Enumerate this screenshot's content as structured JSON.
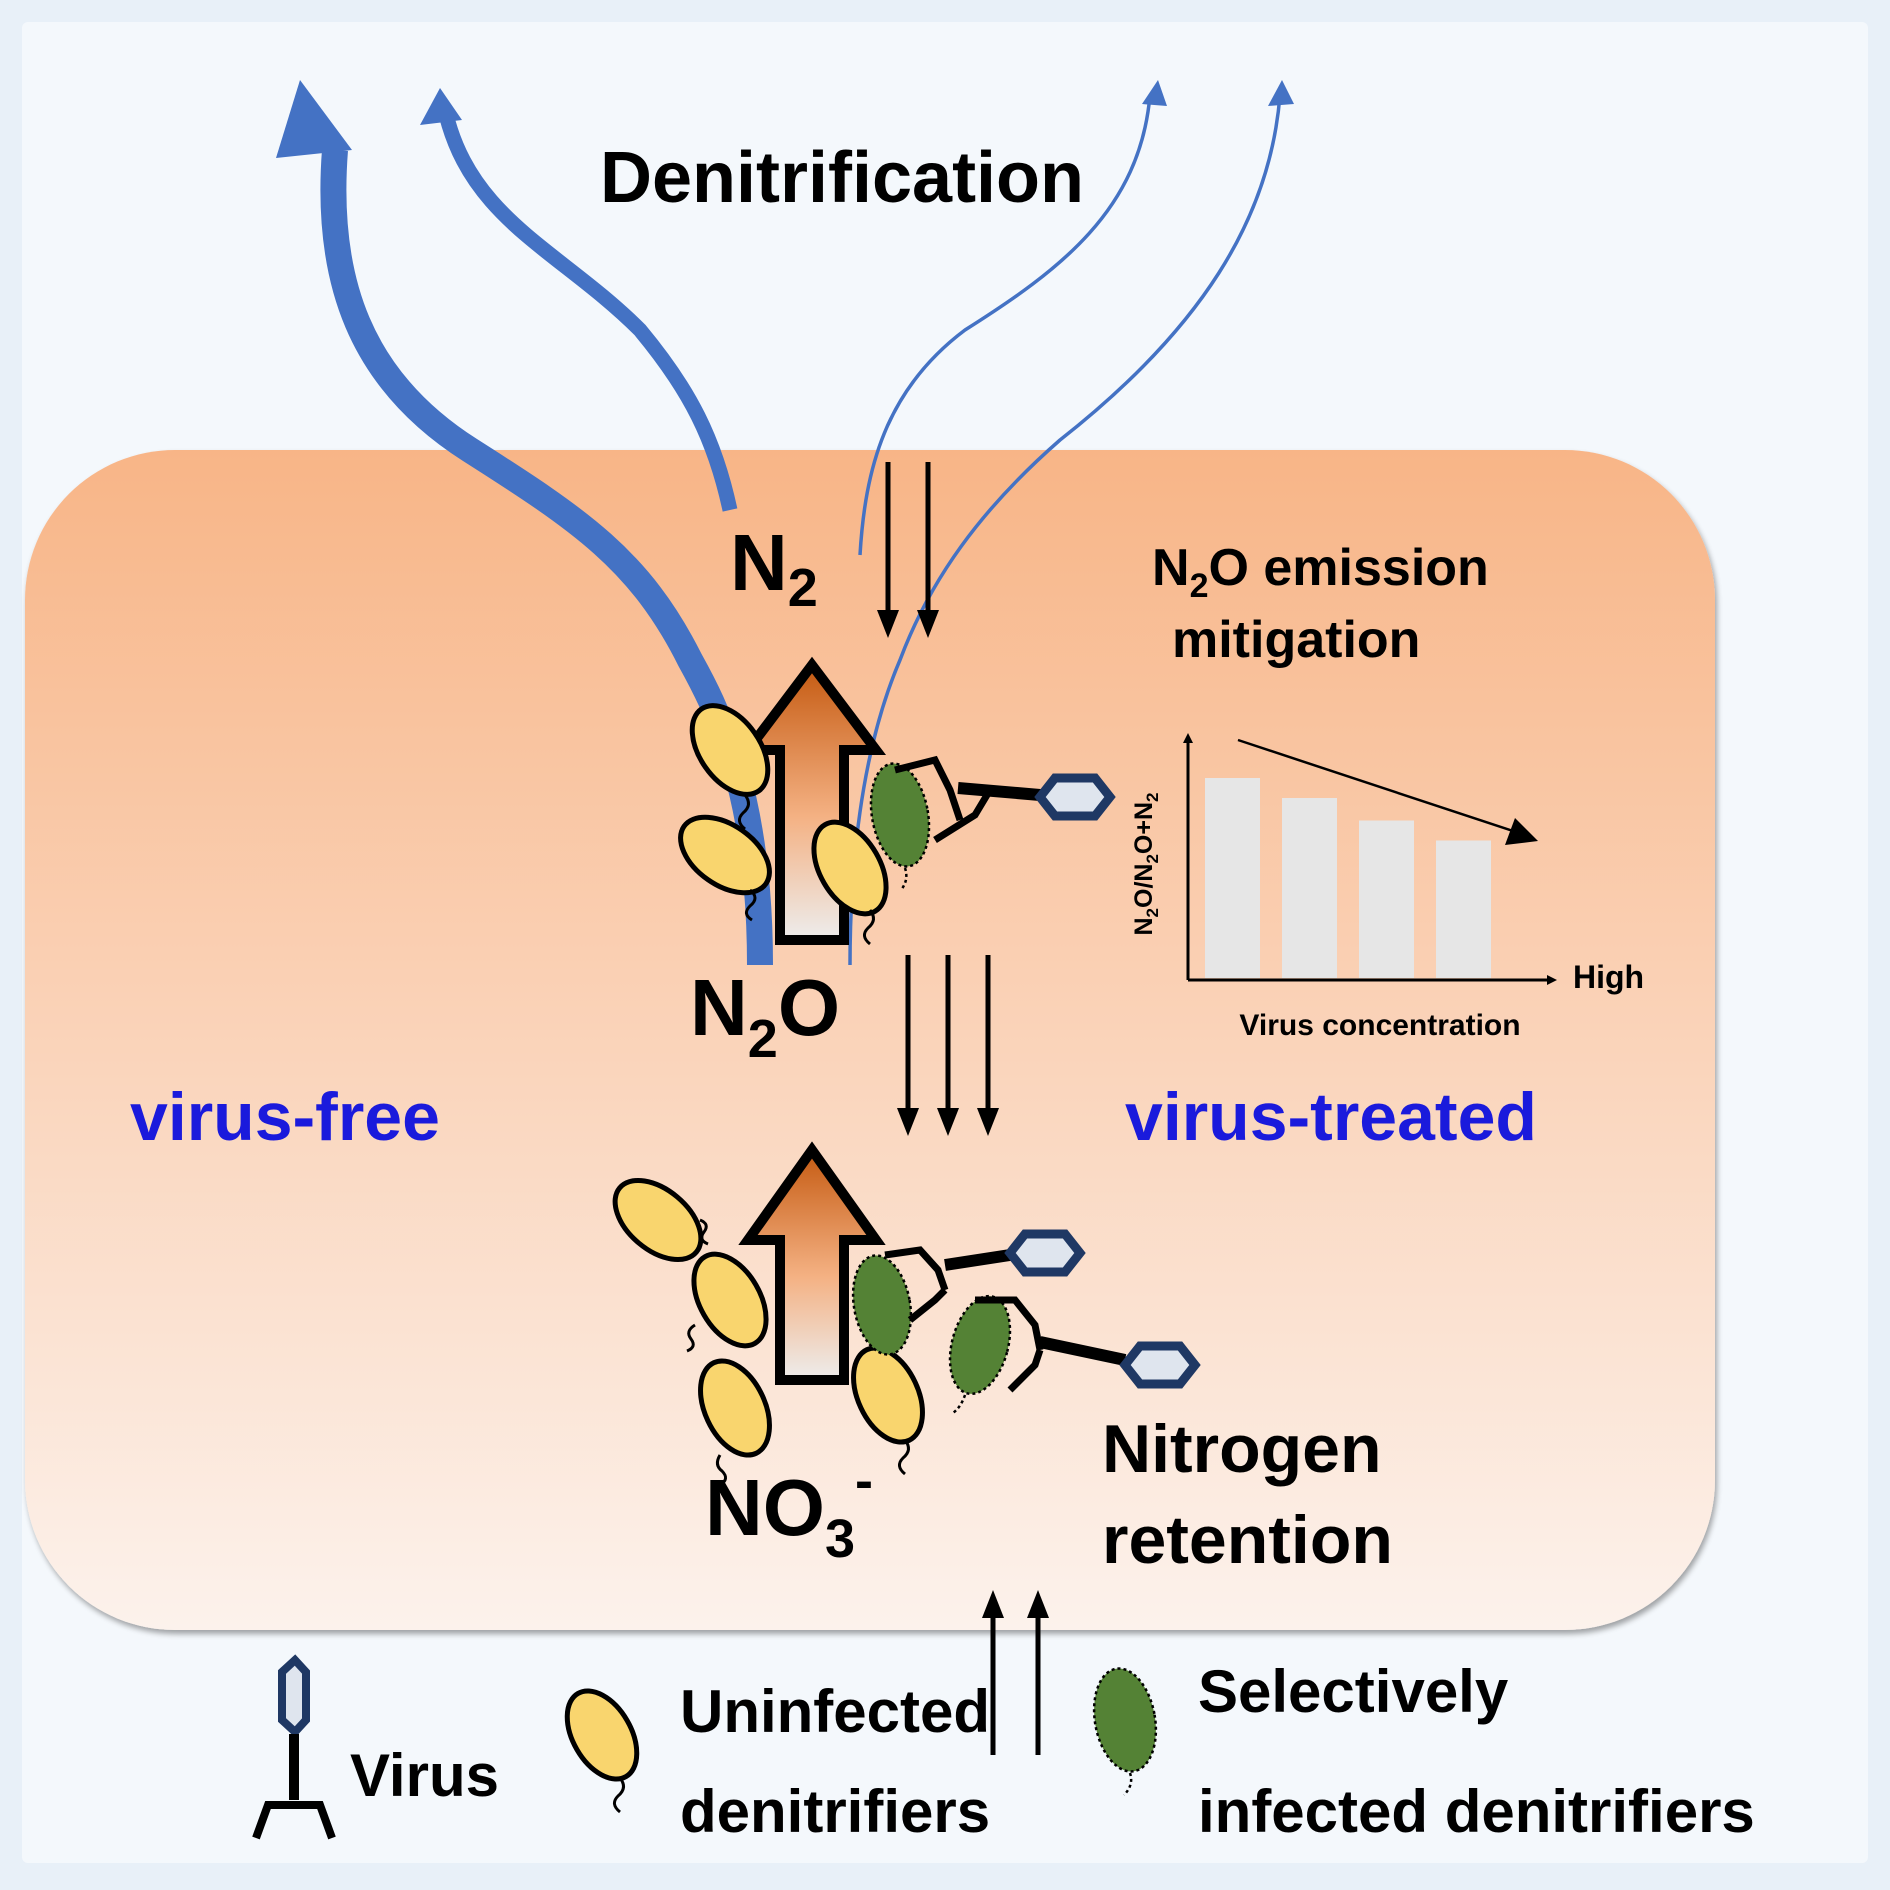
{
  "title": "Denitrification",
  "species": {
    "n2": {
      "base": "N",
      "sub": "2"
    },
    "n2o": {
      "base": "N",
      "sub": "2",
      "tail": "O"
    },
    "no3": {
      "base": "NO",
      "sub": "3",
      "sup": "-"
    }
  },
  "labels": {
    "left": "virus-free",
    "right": "virus-treated",
    "emission_line1_base": "N",
    "emission_line1_sub": "2",
    "emission_line1_rest": "O emission",
    "emission_line2": "mitigation",
    "retention_line1": "Nitrogen",
    "retention_line2": "retention"
  },
  "chart_data": {
    "type": "bar",
    "title": "",
    "xlabel": "Virus concentration",
    "x_end_label": "High",
    "ylabel_parts": [
      "N",
      "2",
      "O/N",
      "2",
      "O+N",
      "2"
    ],
    "categories": [
      "",
      "",
      "",
      ""
    ],
    "values": [
      0.8,
      0.72,
      0.63,
      0.55
    ],
    "ylim": [
      0,
      1
    ],
    "trend": "decreasing"
  },
  "legend": {
    "virus": "Virus",
    "uninfected_line1": "Uninfected",
    "uninfected_line2": "denitrifiers",
    "infected_line1": "Selectively",
    "infected_line2": "infected denitrifiers"
  },
  "colors": {
    "background": "#e8f0f8",
    "panel_top": "#f8b587",
    "panel_bottom": "#fcf2ec",
    "flux_arrow": "#4472c4",
    "label_blue": "#1a1adc",
    "uninfected_fill": "#f9d56e",
    "infected_fill": "#548235",
    "virus_head": "#1f3864",
    "bar": "#e6e6e6"
  }
}
